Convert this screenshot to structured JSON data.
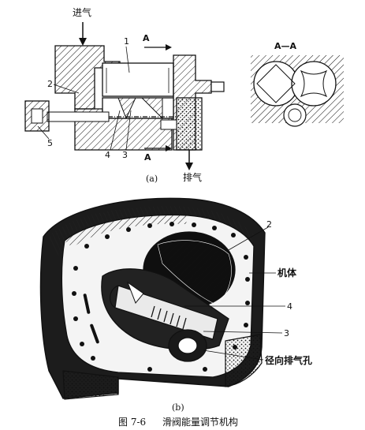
{
  "figure_a": {
    "label_inlet": "进气",
    "label_outlet": "排气",
    "section_marker": "A",
    "section_view_title": "A—A",
    "part_numbers": [
      "1",
      "2",
      "3",
      "4",
      "5"
    ],
    "panel_label": "(a)"
  },
  "figure_b": {
    "part_numbers": [
      "2",
      "4",
      "3"
    ],
    "label_body": "机体",
    "label_radial_port": "径向排气孔",
    "panel_label": "(b)"
  },
  "caption": {
    "number": "图 7-6",
    "title": "滑阀能量调节机构"
  }
}
